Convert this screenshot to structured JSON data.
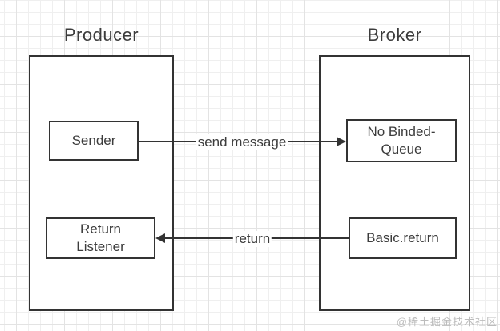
{
  "producer": {
    "title": "Producer",
    "nodes": [
      {
        "id": "sender",
        "label": "Sender"
      },
      {
        "id": "return-listener",
        "label": "Return Listener"
      }
    ]
  },
  "broker": {
    "title": "Broker",
    "nodes": [
      {
        "id": "no-binded-queue",
        "label": "No Binded-Queue"
      },
      {
        "id": "basic-return",
        "label": "Basic.return"
      }
    ]
  },
  "arrows": [
    {
      "id": "send-message",
      "label": "send message",
      "from": "sender",
      "to": "no-binded-queue",
      "direction": "right"
    },
    {
      "id": "return",
      "label": "return",
      "from": "basic-return",
      "to": "return-listener",
      "direction": "left"
    }
  ],
  "watermark": {
    "text": "@稀土掘金技术社区"
  },
  "colors": {
    "line": "#333333",
    "text": "#3c3c3c",
    "background": "#ffffff",
    "grid-light": "#efefef",
    "grid-major": "#e3e3e3",
    "watermark": "#bcbcbc"
  }
}
